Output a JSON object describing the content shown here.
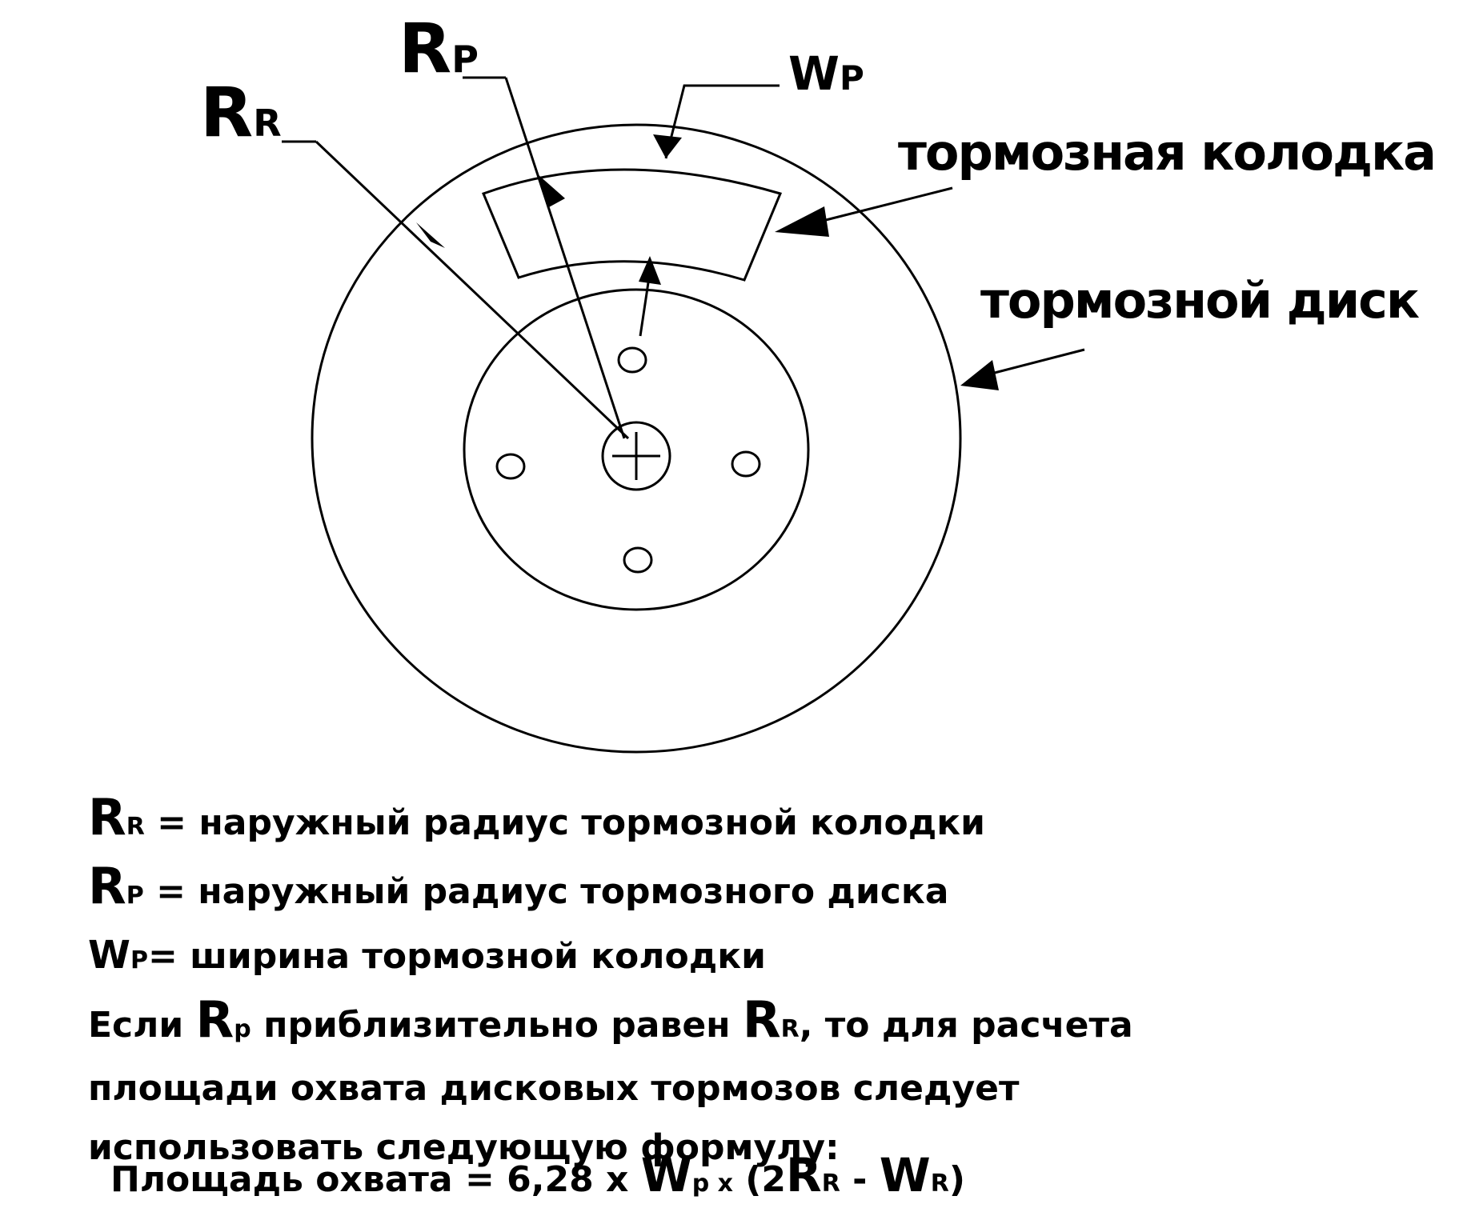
{
  "diagram": {
    "labels": {
      "rr_main": "R",
      "rr_sub": "R",
      "rp_main": "R",
      "rp_sub": "P",
      "wp_main": "W",
      "wp_sub": "P",
      "pad_label": "тормозная колодка",
      "disc_label": "тормозной диск"
    }
  },
  "legend": {
    "line1": {
      "sym": "R",
      "sub": "R",
      "text": " = наружный радиус тормозной колодки"
    },
    "line2": {
      "sym": "R",
      "sub": "P",
      "text": " = наружный радиус тормозного диска"
    },
    "line3": {
      "sym": "W",
      "sub": "P",
      "text": "= ширина тормозной колодки"
    },
    "line4": {
      "pre": "Если ",
      "sym1": "R",
      "sub1": "p",
      "mid": " приблизительно равен ",
      "sym2": "R",
      "sub2": "R",
      "post": ", то для расчета"
    },
    "line5": "площади охвата дисковых тормозов следует",
    "line6": "использовать следующую формулу:"
  },
  "formula": {
    "pre": "Площадь охвата = 6,28 x ",
    "sym1": "W",
    "sub1": "p x",
    "mid1": " (2",
    "sym2": "R",
    "sub2": "R",
    "mid2": " - ",
    "sym3": "W",
    "sub3": "R",
    "post": ")"
  }
}
